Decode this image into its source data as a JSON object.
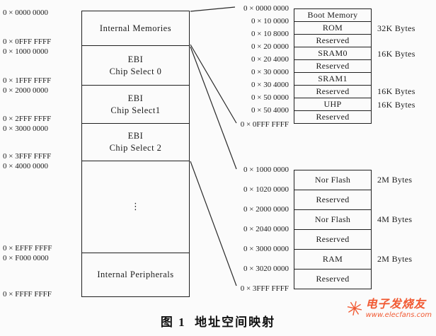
{
  "figure": {
    "caption": "图 1  地址空间映射"
  },
  "watermark": {
    "brand": "电子发烧友",
    "url": "www.elecfans.com",
    "logo_icon": "✳",
    "color": "#f15a33"
  },
  "main_map": {
    "address_labels": [
      "0 × 0000 0000",
      "0 × 0FFF FFFF",
      "0 × 1000 0000",
      "0 × 1FFF FFFF",
      "0 × 2000 0000",
      "0 × 2FFF FFFF",
      "0 × 3000 0000",
      "0 × 3FFF FFFF",
      "0 × 4000 0000",
      "0 × EFFF FFFF",
      "0 × F000 0000",
      "0 × FFFF FFFF"
    ],
    "blocks": [
      {
        "l1": "Internal Memories"
      },
      {
        "l1": "EBI",
        "l2": "Chip Select 0"
      },
      {
        "l1": "EBI",
        "l2": "Chip Select1"
      },
      {
        "l1": "EBI",
        "l2": "Chip Select 2"
      },
      {
        "l1": "⋮"
      },
      {
        "l1": "Internal Peripherals"
      }
    ]
  },
  "internal_detail": {
    "address_labels": [
      "0 × 0000 0000",
      "0 × 10 0000",
      "0 × 10 8000",
      "0 × 20 0000",
      "0 × 20 4000",
      "0 × 30 0000",
      "0 × 30 4000",
      "0 × 50 0000",
      "0 × 50 4000",
      "0 × 0FFF FFFF"
    ],
    "blocks": [
      "Boot Memory",
      "ROM",
      "Reserved",
      "SRAM0",
      "Reserved",
      "SRAM1",
      "Reserved",
      "UHP",
      "Reserved"
    ],
    "sizes": [
      "32K Bytes",
      "16K Bytes",
      "16K Bytes",
      "16K Bytes"
    ]
  },
  "ebi_detail": {
    "address_labels": [
      "0 × 1000 0000",
      "0 × 1020 0000",
      "0 × 2000 0000",
      "0 × 2040 0000",
      "0 × 3000 0000",
      "0 × 3020 0000",
      "0 × 3FFF FFFF"
    ],
    "blocks": [
      "Nor Flash",
      "Reserved",
      "Nor Flash",
      "Reserved",
      "RAM",
      "Reserved"
    ],
    "sizes": [
      "2M Bytes",
      "4M Bytes",
      "2M Bytes"
    ]
  }
}
